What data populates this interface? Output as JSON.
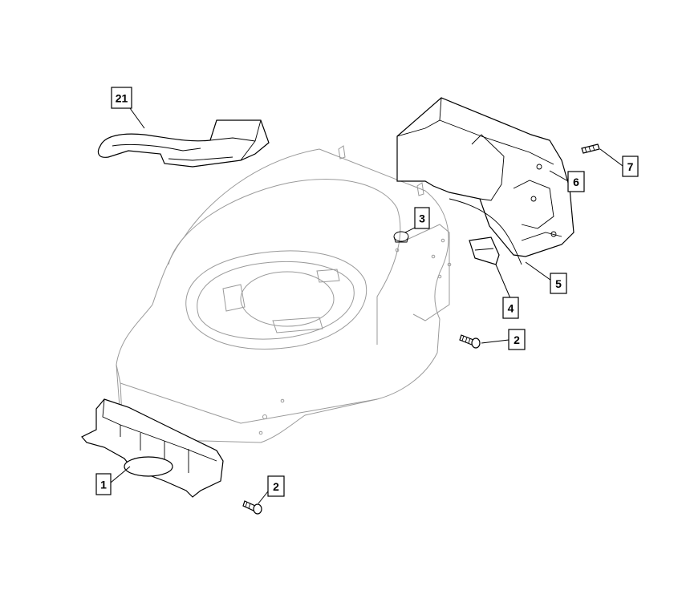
{
  "callouts": [
    {
      "id": "c21",
      "label": "21"
    },
    {
      "id": "c3",
      "label": "3"
    },
    {
      "id": "c7",
      "label": "7"
    },
    {
      "id": "c6",
      "label": "6"
    },
    {
      "id": "c5",
      "label": "5"
    },
    {
      "id": "c4",
      "label": "4"
    },
    {
      "id": "c2a",
      "label": "2"
    },
    {
      "id": "c1",
      "label": "1"
    },
    {
      "id": "c2b",
      "label": "2"
    }
  ]
}
